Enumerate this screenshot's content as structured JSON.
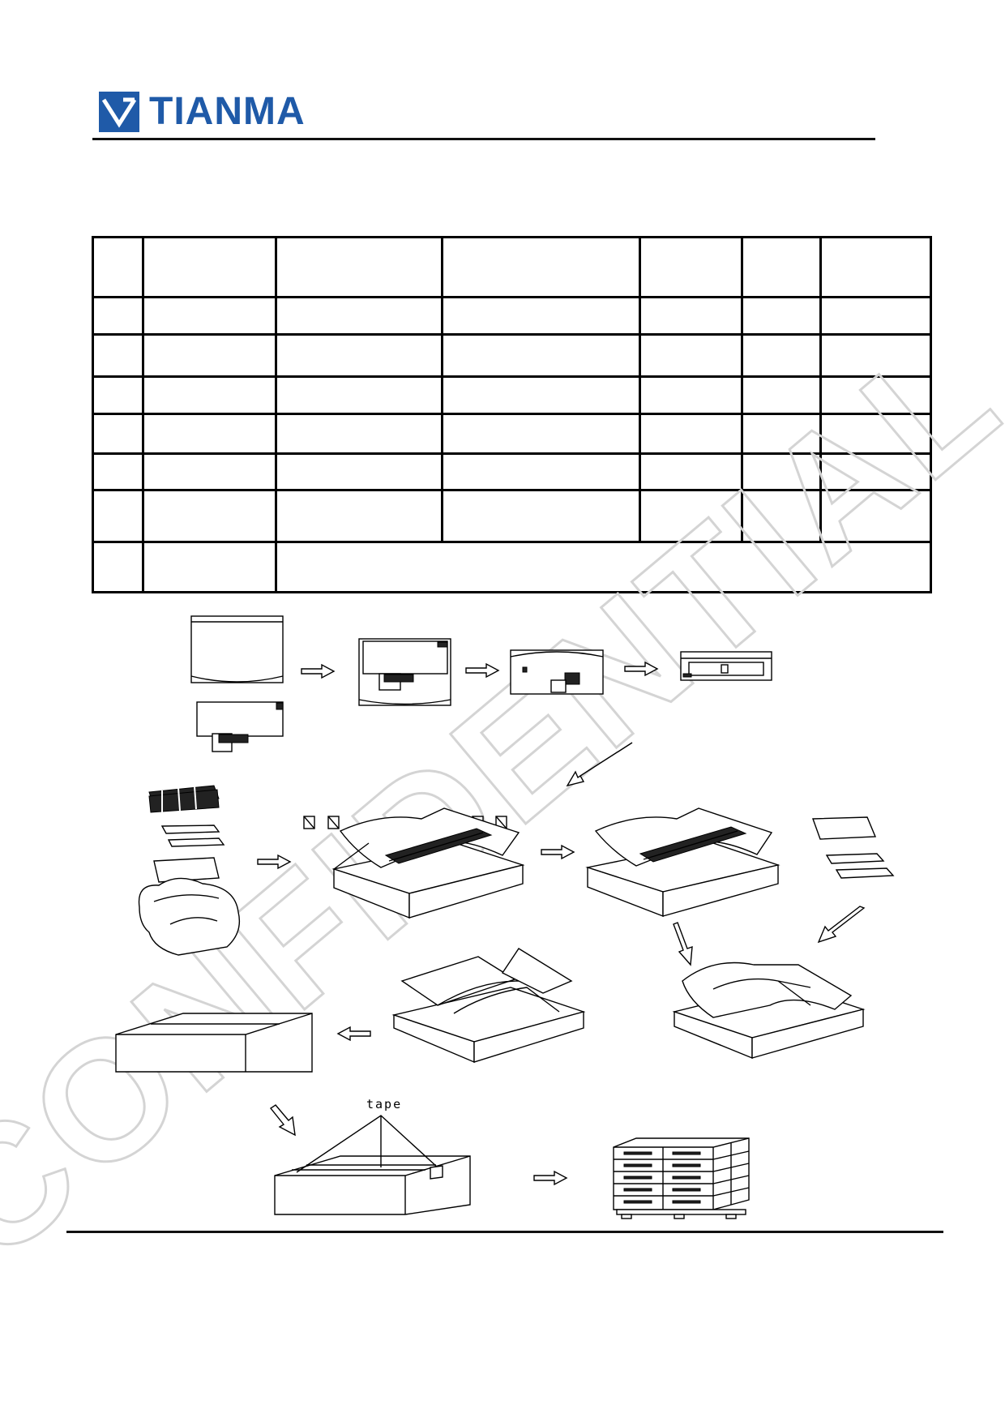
{
  "header": {
    "logo_text": "TIANMA",
    "brand_color": "#1f5aa8"
  },
  "table": {
    "rows": [
      [
        "",
        "",
        "",
        "",
        "",
        "",
        ""
      ],
      [
        "",
        "",
        "",
        "",
        "",
        "",
        ""
      ],
      [
        "",
        "",
        "",
        "",
        "",
        "",
        ""
      ],
      [
        "",
        "",
        "",
        "",
        "",
        "",
        ""
      ],
      [
        "",
        "",
        "",
        "",
        "",
        "",
        ""
      ],
      [
        "",
        "",
        "",
        "",
        "",
        "",
        ""
      ],
      [
        "",
        "",
        "",
        "",
        "",
        "",
        ""
      ],
      [
        "",
        "",
        "",
        "",
        "",
        "",
        ""
      ]
    ]
  },
  "watermark": {
    "text": "CONFIDENTIAL"
  },
  "diagram": {
    "tape_label": "tape"
  }
}
